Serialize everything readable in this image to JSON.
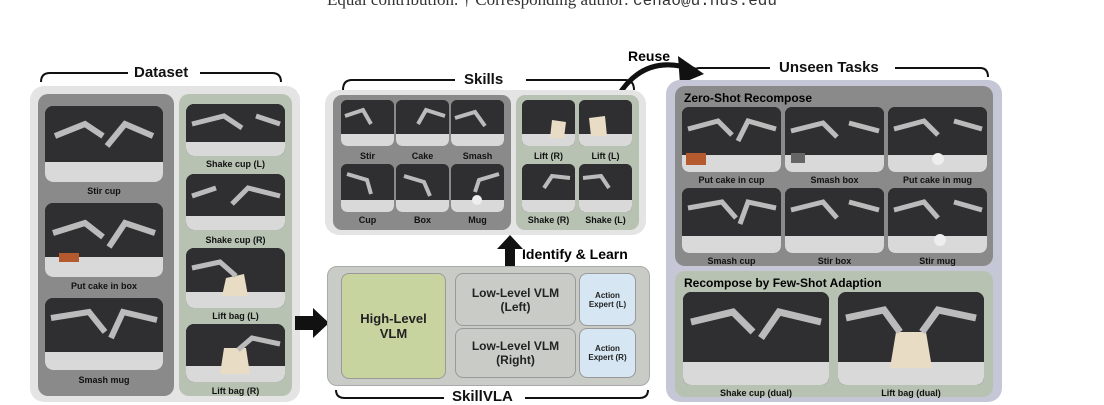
{
  "header": {
    "note_prefix": "Equal contribution.",
    "note_star": "†",
    "note_corresponding": "Corresponding author:",
    "email": "cehao@u.nus.edu"
  },
  "dataset": {
    "title": "Dataset",
    "left_items": [
      "Stir cup",
      "Put cake in box",
      "Smash mug"
    ],
    "right_items": [
      "Shake cup (L)",
      "Shake cup (R)",
      "Lift bag (L)",
      "Lift bag (R)"
    ]
  },
  "skills": {
    "title": "Skills",
    "left_grid": [
      "Stir",
      "Cake",
      "Smash",
      "Cup",
      "Box",
      "Mug"
    ],
    "right_grid": [
      "Lift (R)",
      "Lift (L)",
      "Shake (R)",
      "Shake (L)"
    ]
  },
  "arrows": {
    "identify": "Identify & Learn",
    "reuse": "Reuse"
  },
  "skillvla": {
    "title": "SkillVLA",
    "high_level": "High-Level\nVLM",
    "low_left": "Low-Level VLM\n(Left)",
    "low_right": "Low-Level VLM\n(Right)",
    "expert_left": "Action\nExpert (L)",
    "expert_right": "Action\nExpert (R)"
  },
  "unseen": {
    "title": "Unseen Tasks",
    "zero_shot_title": "Zero-Shot Recompose",
    "zero_shot_items": [
      "Put cake in cup",
      "Smash box",
      "Put cake in mug",
      "Smash cup",
      "Stir box",
      "Stir mug"
    ],
    "few_shot_title": "Recompose by Few-Shot Adaption",
    "few_shot_items": [
      "Shake cup (dual)",
      "Lift bag (dual)"
    ]
  },
  "colors": {
    "outer_gray": "#e4e4e4",
    "dark_gray": "#8a8a8a",
    "sage": "#b7c2b2",
    "high_level_green": "#c8d4a0",
    "low_level_gray": "#c9ccc6",
    "expert_blue": "#d6e6f2",
    "unseen_lavender": "#c6c7d6",
    "photo_bg": "#2f2f31"
  },
  "icons": [
    "arrow-right-icon",
    "arrow-up-icon",
    "curved-arrow-icon",
    "bracket-icon"
  ]
}
